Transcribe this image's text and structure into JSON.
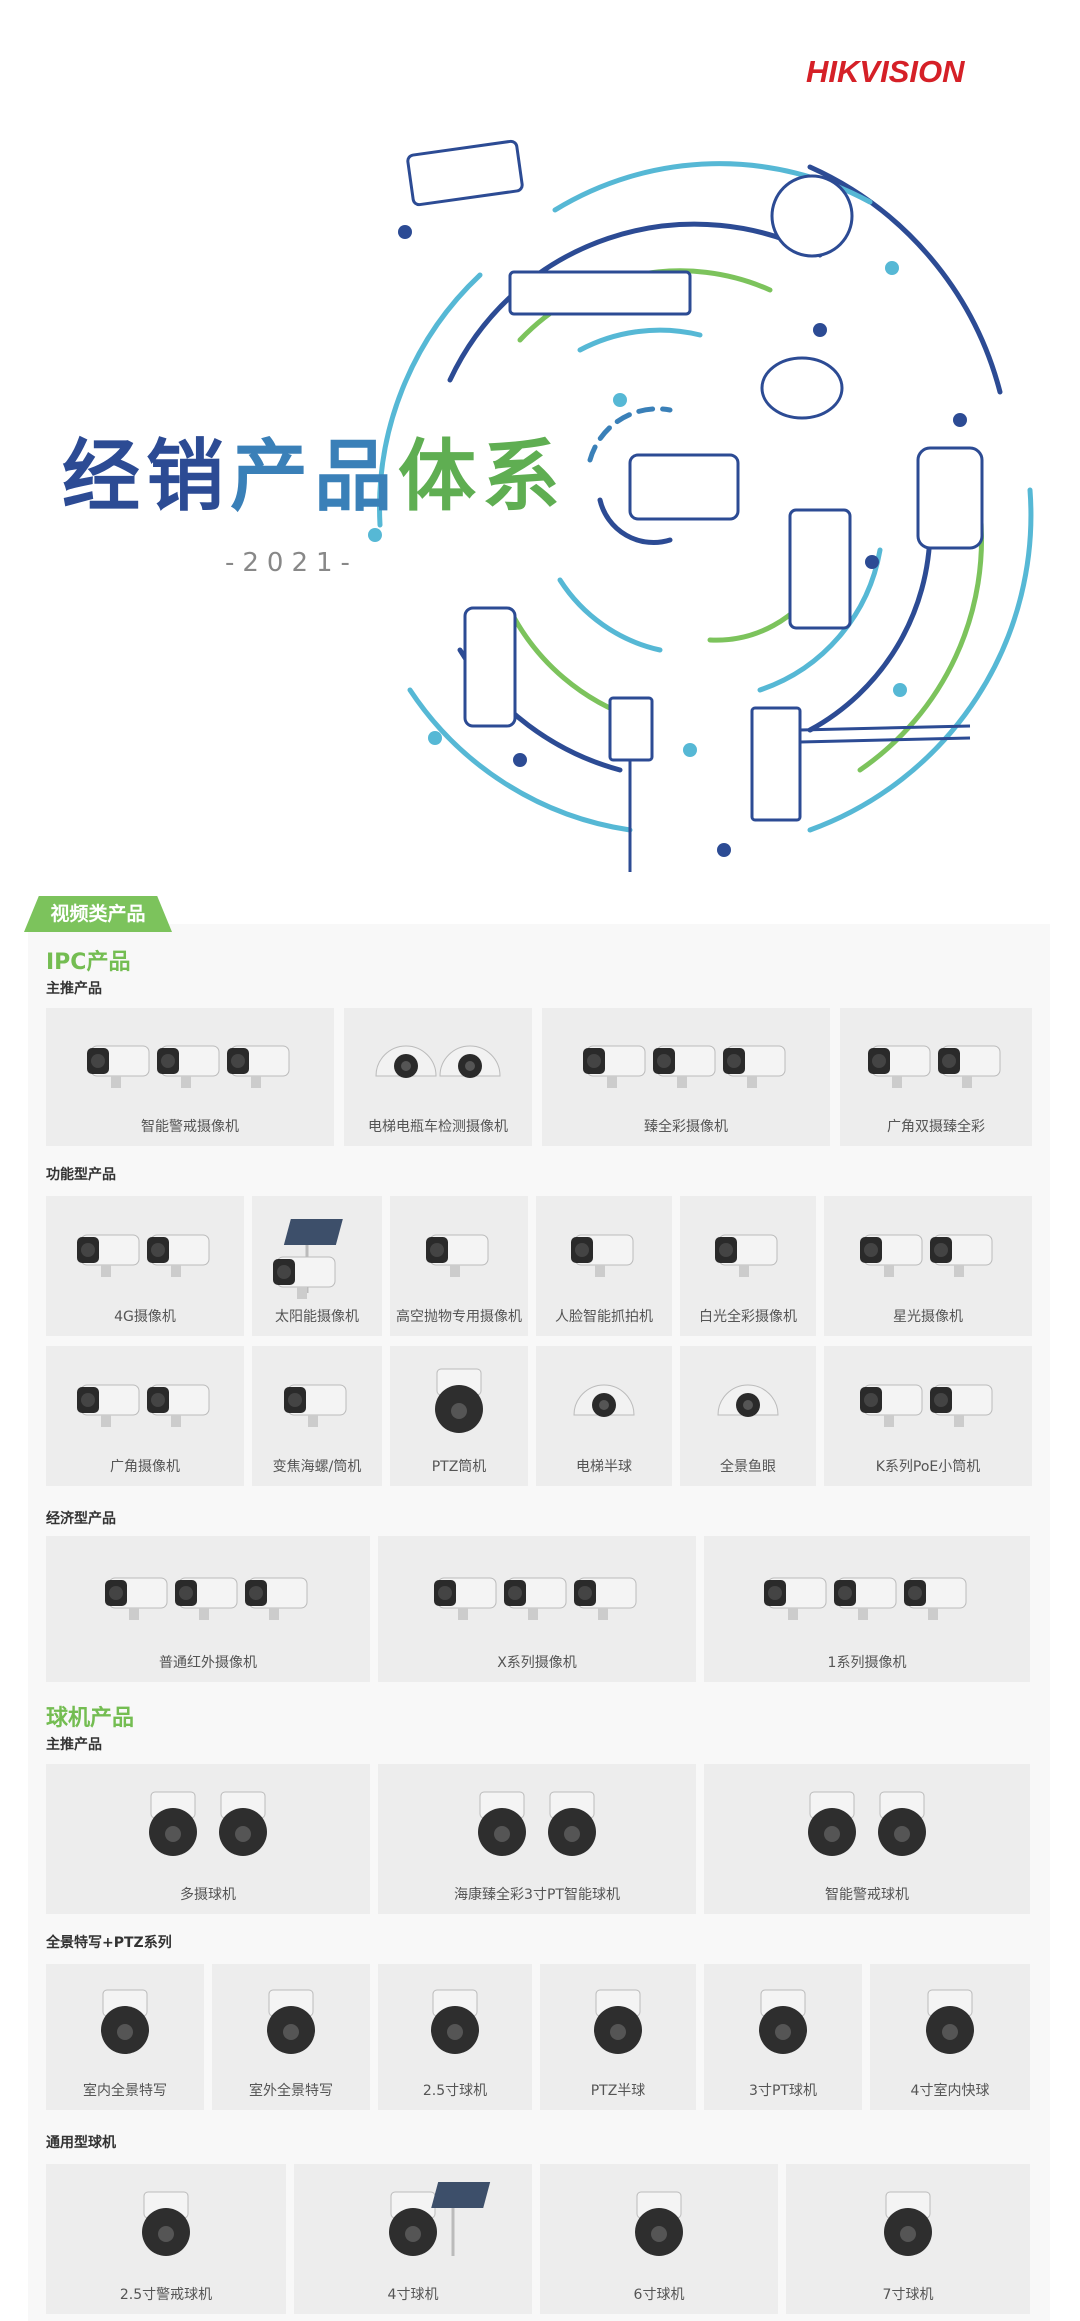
{
  "brand": {
    "name": "HIKVISION",
    "color": "#d52027"
  },
  "hero": {
    "title_part1": "经销",
    "title_part2": "产品",
    "title_part3": "体系",
    "year": "-2021-"
  },
  "colors": {
    "accent_green": "#74bd52",
    "dark_blue": "#2c4b94",
    "mid_blue": "#3a80b8",
    "light_blue": "#56b8d5",
    "card_bg": "#ededed"
  },
  "video_tab": "视频类产品",
  "ipc": {
    "title": "IPC产品",
    "main": {
      "label": "主推产品",
      "items": [
        {
          "name": "智能警戒摄像机",
          "icon": "bullet-camera-icon"
        },
        {
          "name": "电梯电瓶车检测摄像机",
          "icon": "dome-camera-icon"
        },
        {
          "name": "臻全彩摄像机",
          "icon": "bullet-camera-icon"
        },
        {
          "name": "广角双摄臻全彩",
          "icon": "dual-lens-camera-icon"
        }
      ]
    },
    "functional": {
      "label": "功能型产品",
      "row1": [
        {
          "name": "4G摄像机",
          "icon": "4g-camera-icon"
        },
        {
          "name": "太阳能摄像机",
          "icon": "solar-camera-icon"
        },
        {
          "name": "高空抛物专用摄像机",
          "icon": "bullet-camera-icon"
        },
        {
          "name": "人脸智能抓拍机",
          "icon": "bullet-camera-icon"
        },
        {
          "name": "白光全彩摄像机",
          "icon": "bullet-camera-icon"
        },
        {
          "name": "星光摄像机",
          "icon": "bullet-camera-icon"
        }
      ],
      "row2": [
        {
          "name": "广角摄像机",
          "icon": "wide-camera-icon"
        },
        {
          "name": "变焦海螺/筒机",
          "icon": "turret-camera-icon"
        },
        {
          "name": "PTZ筒机",
          "icon": "ptz-camera-icon"
        },
        {
          "name": "电梯半球",
          "icon": "dome-camera-icon"
        },
        {
          "name": "全景鱼眼",
          "icon": "fisheye-camera-icon"
        },
        {
          "name": "K系列PoE小筒机",
          "icon": "mini-bullet-camera-icon"
        }
      ]
    },
    "economy": {
      "label": "经济型产品",
      "items": [
        {
          "name": "普通红外摄像机",
          "icon": "bullet-camera-icon"
        },
        {
          "name": "X系列摄像机",
          "icon": "bullet-camera-icon"
        },
        {
          "name": "1系列摄像机",
          "icon": "bullet-camera-icon"
        }
      ]
    }
  },
  "ptz": {
    "title": "球机产品",
    "main": {
      "label": "主推产品",
      "items": [
        {
          "name": "多摄球机",
          "icon": "multi-lens-ptz-icon"
        },
        {
          "name": "海康臻全彩3寸PT智能球机",
          "icon": "ptz-dome-icon"
        },
        {
          "name": "智能警戒球机",
          "icon": "ptz-dome-icon"
        }
      ]
    },
    "panorama": {
      "label": "全景特写+PTZ系列",
      "items": [
        {
          "name": "室内全景特写",
          "icon": "panoramic-dome-icon"
        },
        {
          "name": "室外全景特写",
          "icon": "panoramic-dome-icon"
        },
        {
          "name": "2.5寸球机",
          "icon": "ptz-dome-icon"
        },
        {
          "name": "PTZ半球",
          "icon": "ptz-dome-icon"
        },
        {
          "name": "3寸PT球机",
          "icon": "ptz-dome-icon"
        },
        {
          "name": "4寸室内快球",
          "icon": "ptz-dome-icon"
        }
      ]
    },
    "general": {
      "label": "通用型球机",
      "items": [
        {
          "name": "2.5寸警戒球机",
          "icon": "ptz-dome-icon"
        },
        {
          "name": "4寸球机",
          "icon": "solar-ptz-icon"
        },
        {
          "name": "6寸球机",
          "icon": "ptz-dome-icon"
        },
        {
          "name": "7寸球机",
          "icon": "ptz-dome-icon"
        }
      ]
    }
  }
}
